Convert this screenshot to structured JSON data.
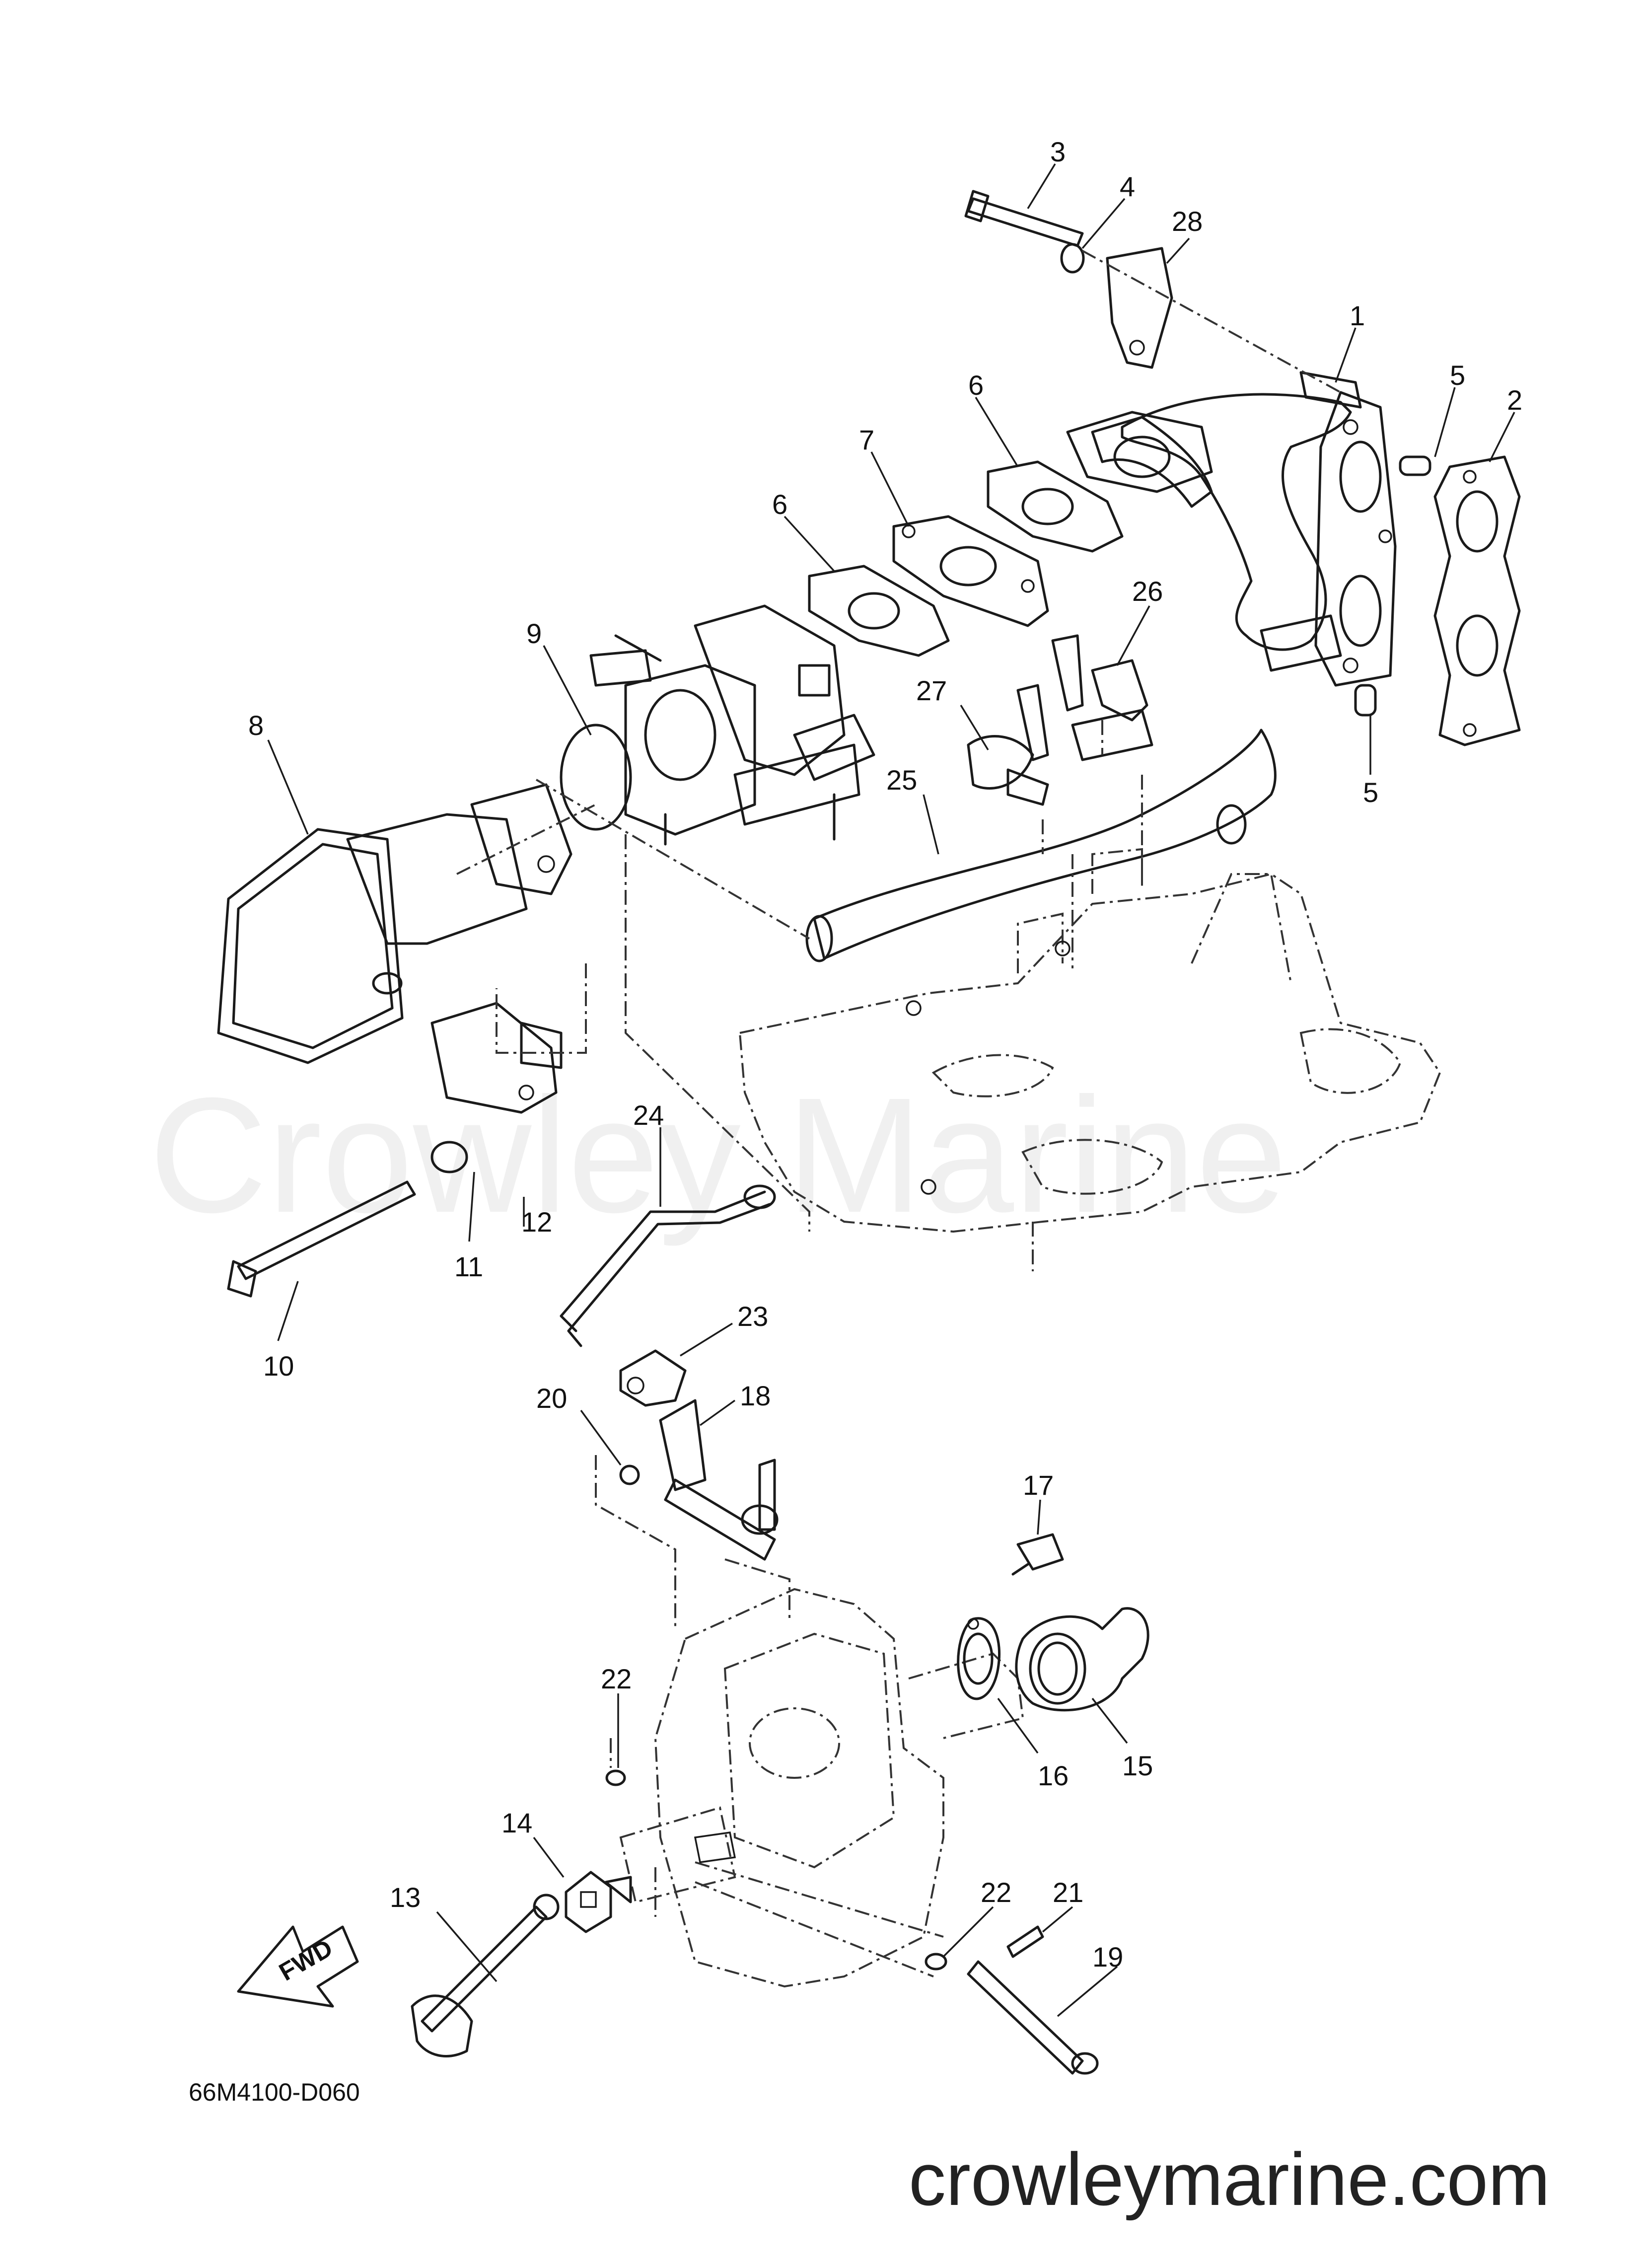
{
  "diagram": {
    "watermark": "Crowley Marine",
    "footer_url": "crowleymarine.com",
    "diagram_code": "66M4100-D060",
    "fwd_arrow_label": "FWD",
    "accent_color": "#1a1a1a",
    "callouts": [
      "1",
      "2",
      "3",
      "4",
      "5",
      "5",
      "6",
      "6",
      "7",
      "8",
      "9",
      "10",
      "11",
      "12",
      "13",
      "14",
      "15",
      "16",
      "17",
      "18",
      "19",
      "20",
      "21",
      "22",
      "22",
      "23",
      "24",
      "25",
      "26",
      "27",
      "28"
    ]
  }
}
